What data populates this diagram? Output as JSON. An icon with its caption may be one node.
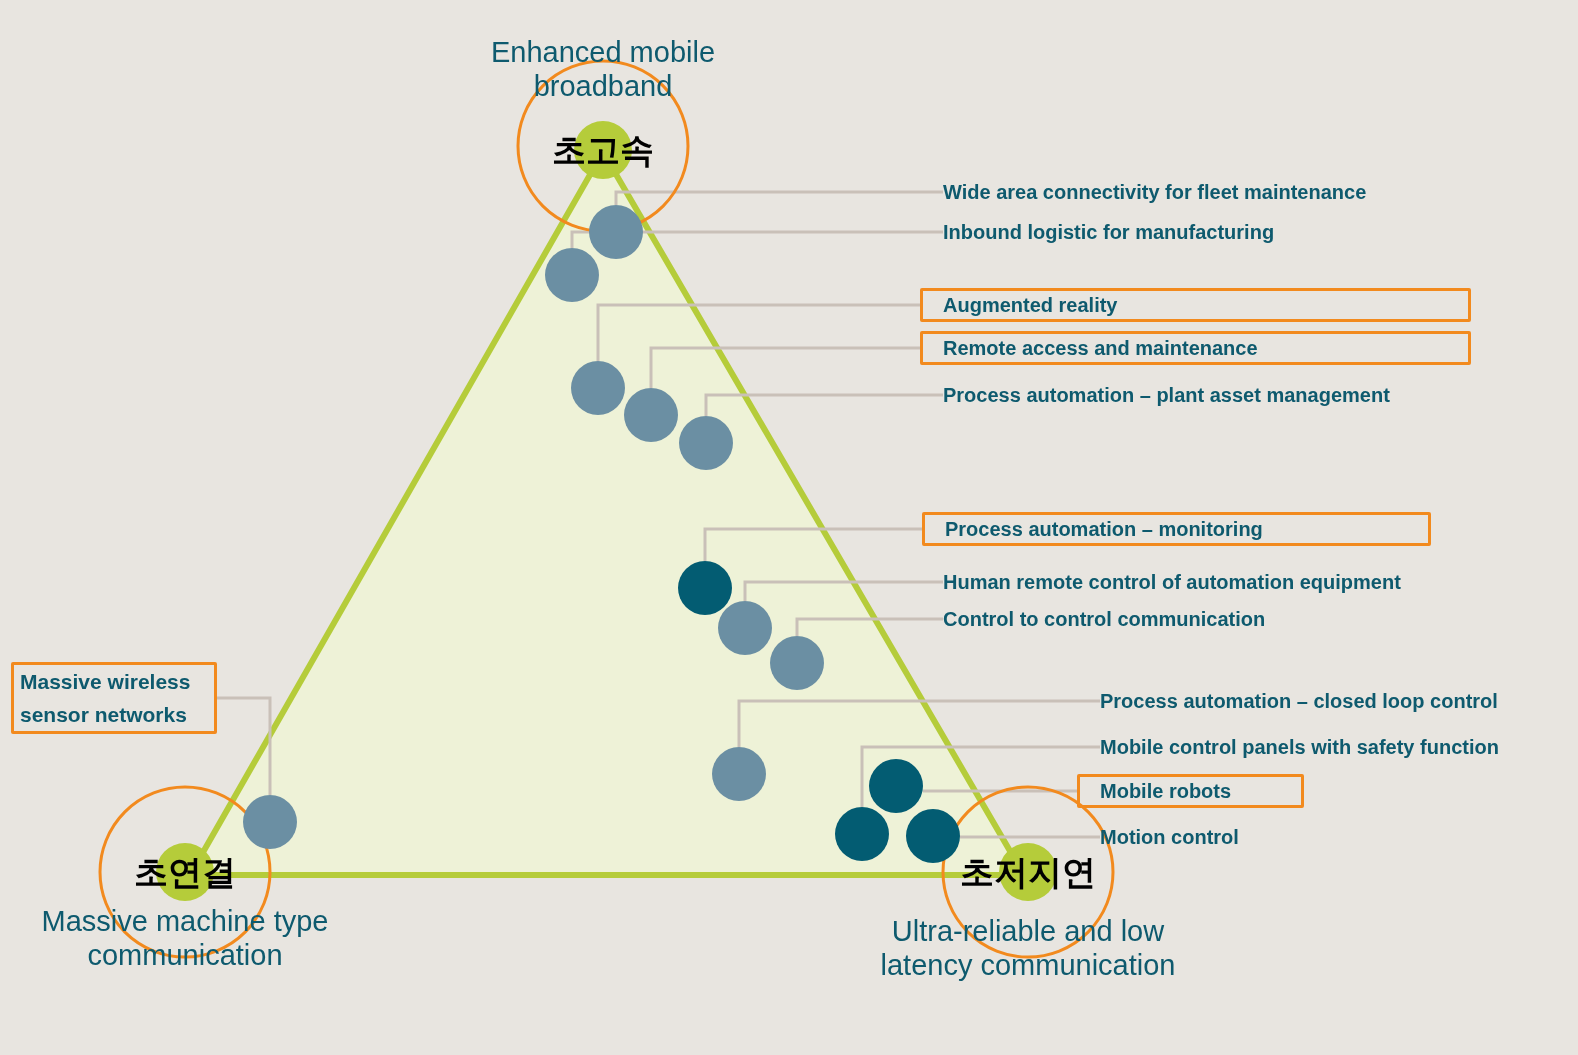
{
  "diagram": {
    "nodes": [
      {
        "text": [
          "Enhanced mobile broadband",
          "초고속"
        ]
      },
      {
        "text": [
          "Wide area connectivity for fleet maintenance"
        ]
      },
      {
        "text": [],
        "shape": "circle"
      },
      {
        "text": [
          "Inbound logistic for manufacturing"
        ]
      },
      {
        "text": [],
        "shape": "circle"
      },
      {
        "text": [
          "Augmented reality"
        ]
      },
      {
        "text": [],
        "shape": "circle"
      },
      {
        "text": [
          "Remote access and maintenance"
        ]
      },
      {
        "text": [],
        "shape": "circle"
      },
      {
        "text": [
          "Process automation – plant asset management"
        ]
      },
      {
        "text": [],
        "shape": "circle"
      },
      {
        "text": [
          "Process automation – monitoring"
        ]
      },
      {
        "text": [],
        "shape": "circle"
      },
      {
        "text": [
          "Human remote control of automation equipment"
        ]
      },
      {
        "text": [],
        "shape": "circle"
      },
      {
        "text": [
          "Control to control communication"
        ]
      },
      {
        "text": [],
        "shape": "circle"
      },
      {
        "text": [
          "Process automation – closed loop control"
        ]
      },
      {
        "text": [],
        "shape": "circle"
      },
      {
        "text": [
          "Mobile control panels with safety function"
        ]
      },
      {
        "text": [
          "Mobile robots"
        ]
      },
      {
        "text": [],
        "shape": "circle"
      },
      {
        "text": [],
        "shape": "circle"
      },
      {
        "text": [],
        "shape": "circle"
      },
      {
        "text": [
          "Motion control"
        ]
      },
      {
        "text": [
          "Massive wireless sensor networks"
        ]
      },
      {
        "text": [],
        "shape": "circle"
      },
      {
        "text": [
          "초연결",
          "Massive machine type communication"
        ]
      },
      {
        "text": [
          "초저지연",
          "Ultra-reliable and low latency communication"
        ]
      }
    ],
    "edges": [
      {
        "from": 1,
        "to": 2,
        "arrow": "none"
      },
      {
        "from": 3,
        "to": 4,
        "arrow": "none"
      },
      {
        "from": 5,
        "to": 6,
        "arrow": "none"
      },
      {
        "from": 7,
        "to": 8,
        "arrow": "none"
      },
      {
        "from": 9,
        "to": 10,
        "arrow": "none"
      },
      {
        "from": 11,
        "to": 12,
        "arrow": "none"
      },
      {
        "from": 13,
        "to": 14,
        "arrow": "none"
      },
      {
        "from": 15,
        "to": 16,
        "arrow": "none"
      },
      {
        "from": 17,
        "to": 18,
        "arrow": "none"
      },
      {
        "from": 19,
        "to": 22,
        "arrow": "none"
      },
      {
        "from": 20,
        "to": 21,
        "arrow": "none"
      },
      {
        "from": 24,
        "to": 23,
        "arrow": "none"
      },
      {
        "from": 25,
        "to": 26,
        "arrow": "none"
      }
    ]
  }
}
